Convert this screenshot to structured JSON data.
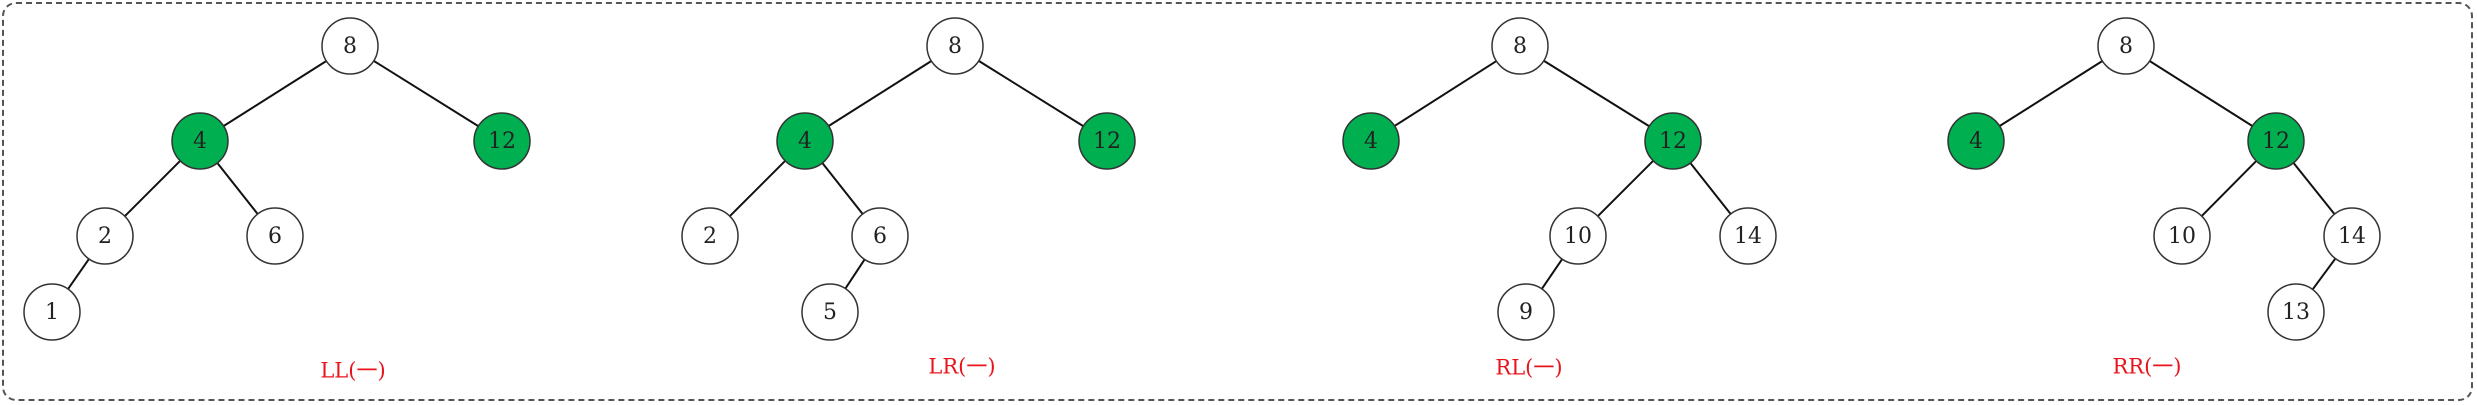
{
  "colors": {
    "highlight_fill": "#00b050",
    "normal_fill": "#ffffff",
    "node_stroke": "#333333",
    "edge": "#111111",
    "caption": "#e8141c"
  },
  "trees": [
    {
      "caption": "LL(一)",
      "nodes": [
        {
          "id": "n8",
          "label": "8",
          "highlight": false
        },
        {
          "id": "n4",
          "label": "4",
          "highlight": true
        },
        {
          "id": "n12",
          "label": "12",
          "highlight": true
        },
        {
          "id": "n2",
          "label": "2",
          "highlight": false
        },
        {
          "id": "n6",
          "label": "6",
          "highlight": false
        },
        {
          "id": "n1",
          "label": "1",
          "highlight": false
        }
      ],
      "edges": [
        [
          "n8",
          "n4"
        ],
        [
          "n8",
          "n12"
        ],
        [
          "n4",
          "n2"
        ],
        [
          "n4",
          "n6"
        ],
        [
          "n2",
          "n1"
        ]
      ]
    },
    {
      "caption": "LR(一)",
      "nodes": [
        {
          "id": "n8",
          "label": "8",
          "highlight": false
        },
        {
          "id": "n4",
          "label": "4",
          "highlight": true
        },
        {
          "id": "n12",
          "label": "12",
          "highlight": true
        },
        {
          "id": "n2",
          "label": "2",
          "highlight": false
        },
        {
          "id": "n6",
          "label": "6",
          "highlight": false
        },
        {
          "id": "n5",
          "label": "5",
          "highlight": false
        }
      ],
      "edges": [
        [
          "n8",
          "n4"
        ],
        [
          "n8",
          "n12"
        ],
        [
          "n4",
          "n2"
        ],
        [
          "n4",
          "n6"
        ],
        [
          "n6",
          "n5"
        ]
      ]
    },
    {
      "caption": "RL(一)",
      "nodes": [
        {
          "id": "n8",
          "label": "8",
          "highlight": false
        },
        {
          "id": "n4",
          "label": "4",
          "highlight": true
        },
        {
          "id": "n12",
          "label": "12",
          "highlight": true
        },
        {
          "id": "n10",
          "label": "10",
          "highlight": false
        },
        {
          "id": "n14",
          "label": "14",
          "highlight": false
        },
        {
          "id": "n9",
          "label": "9",
          "highlight": false
        }
      ],
      "edges": [
        [
          "n8",
          "n4"
        ],
        [
          "n8",
          "n12"
        ],
        [
          "n12",
          "n10"
        ],
        [
          "n12",
          "n14"
        ],
        [
          "n10",
          "n9"
        ]
      ]
    },
    {
      "caption": "RR(一)",
      "nodes": [
        {
          "id": "n8",
          "label": "8",
          "highlight": false
        },
        {
          "id": "n4",
          "label": "4",
          "highlight": true
        },
        {
          "id": "n12",
          "label": "12",
          "highlight": true
        },
        {
          "id": "n10",
          "label": "10",
          "highlight": false
        },
        {
          "id": "n14",
          "label": "14",
          "highlight": false
        },
        {
          "id": "n13",
          "label": "13",
          "highlight": false
        }
      ],
      "edges": [
        [
          "n8",
          "n4"
        ],
        [
          "n8",
          "n12"
        ],
        [
          "n12",
          "n10"
        ],
        [
          "n12",
          "n14"
        ],
        [
          "n14",
          "n13"
        ]
      ]
    }
  ]
}
